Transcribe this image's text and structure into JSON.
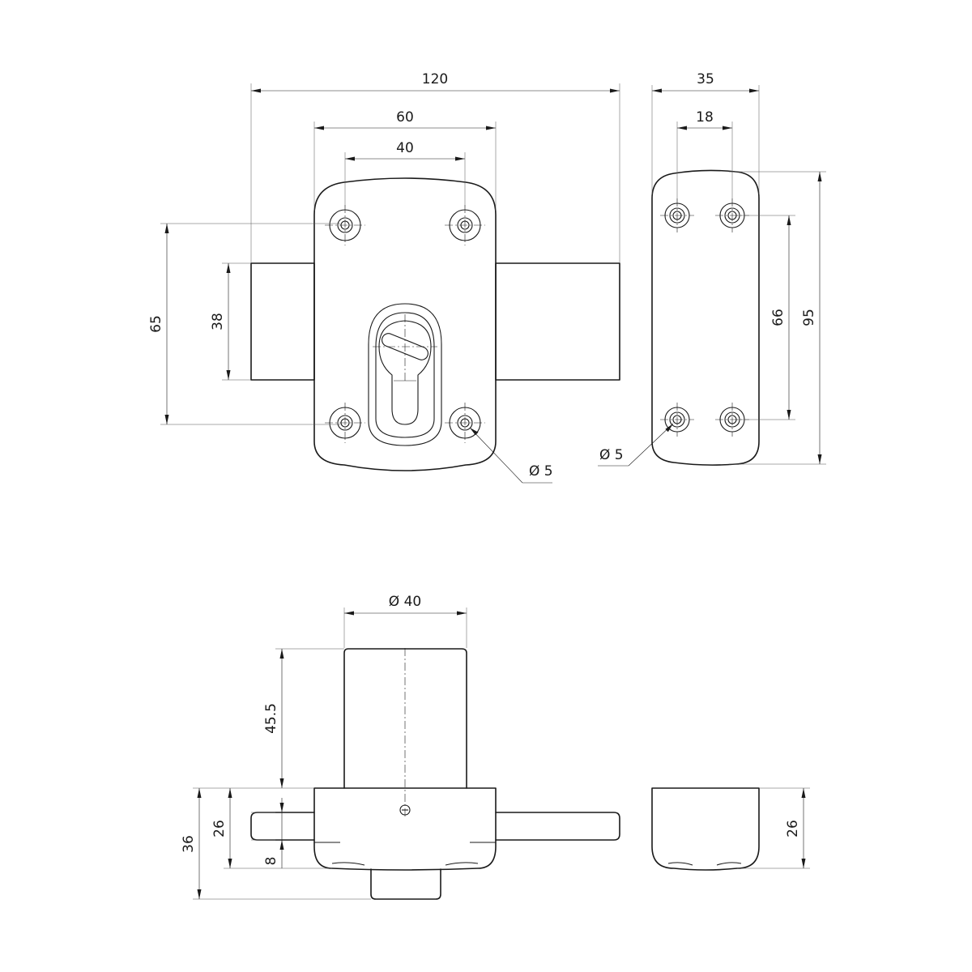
{
  "dimensions": {
    "overall_width": "120",
    "plate_width": "60",
    "hole_spacing": "40",
    "plate_hole_range": "65",
    "bolt_height": "38",
    "hole_dia_front": "Ø 5",
    "strike_width": "35",
    "strike_hole_spacing": "18",
    "strike_hole_vertical": "66",
    "strike_height": "95",
    "hole_dia_strike": "Ø 5",
    "cylinder_dia": "Ø 40",
    "cylinder_length": "45.5",
    "total_depth": "36",
    "body_depth": "26",
    "bolt_offset": "8",
    "strike_depth": "26"
  }
}
